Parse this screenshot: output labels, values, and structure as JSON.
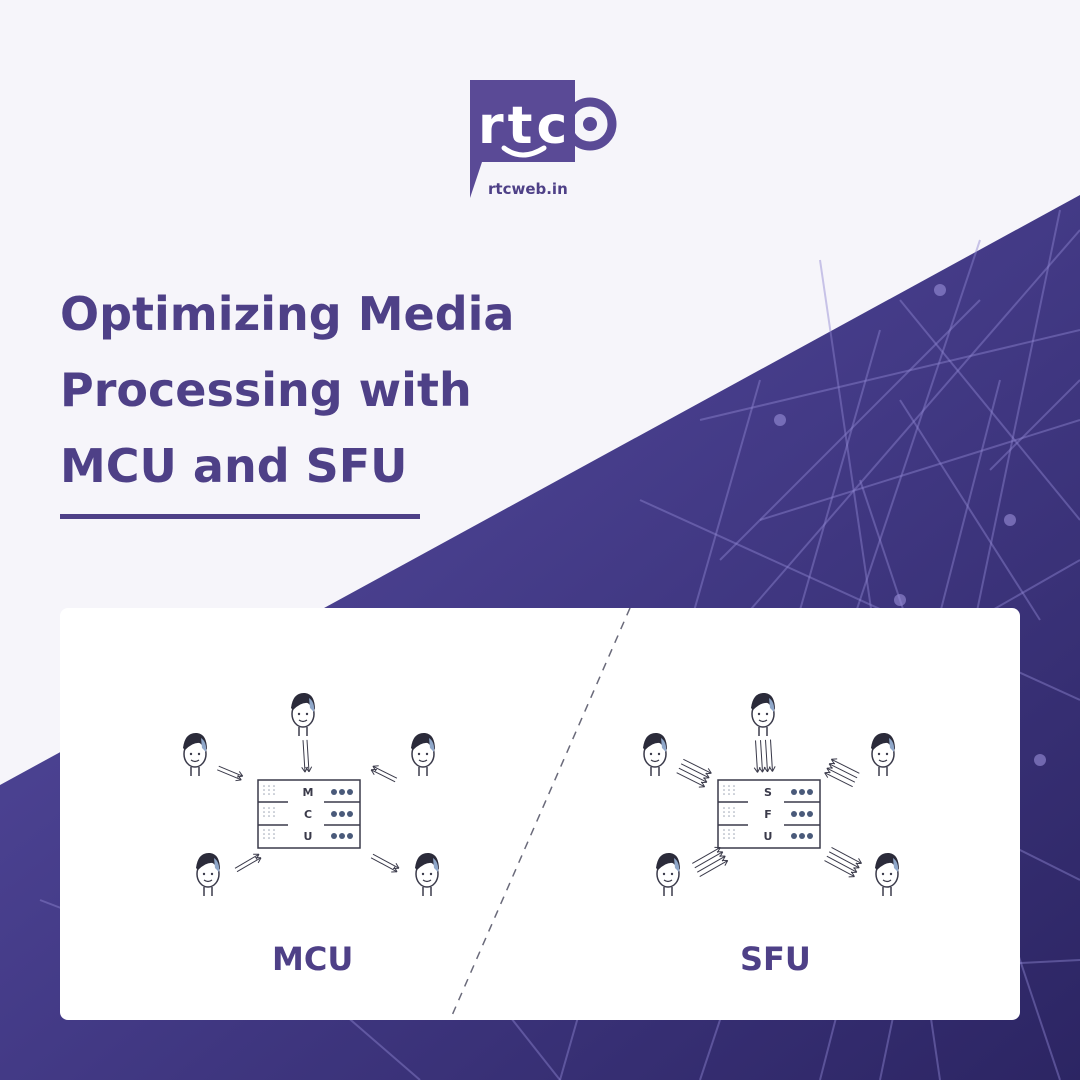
{
  "brand": {
    "logo_word": "rtc",
    "site": "rtcweb.in",
    "color": "#5a4a96"
  },
  "headline": {
    "lines": [
      "Optimizing Media",
      "Processing with",
      "MCU and SFU"
    ],
    "color": "#4e4087"
  },
  "background": {
    "top_color": "#f6f5fa",
    "network_color": "#4a3f8c"
  },
  "diagrams": [
    {
      "label": "MCU",
      "server_letters": [
        "M",
        "C",
        "U"
      ],
      "participants": 5
    },
    {
      "label": "SFU",
      "server_letters": [
        "S",
        "F",
        "U"
      ],
      "participants": 5
    }
  ],
  "icons": [
    "person-icon",
    "server-icon",
    "arrow-icon",
    "logo-icon"
  ]
}
